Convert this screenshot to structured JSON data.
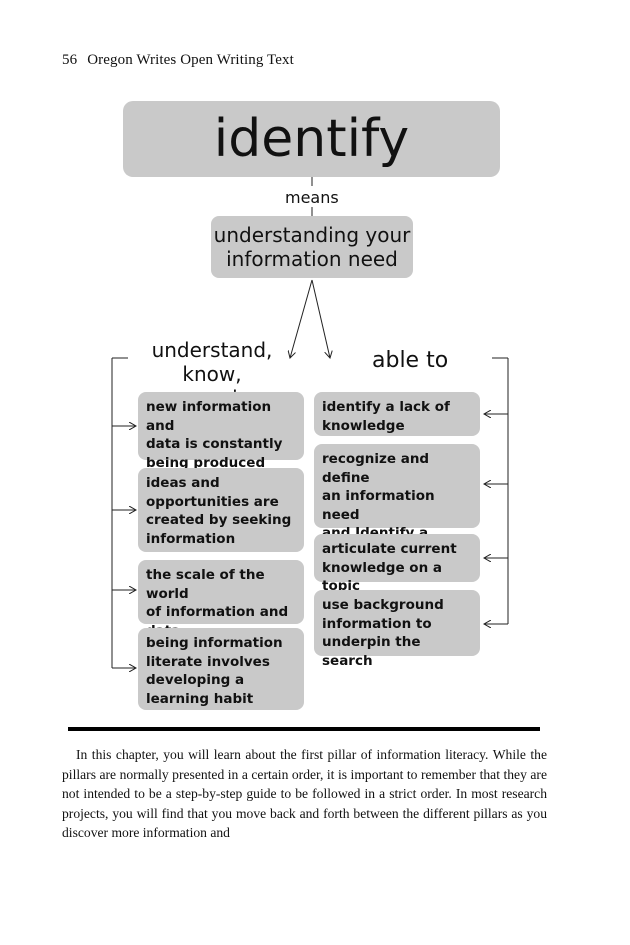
{
  "header": {
    "page_number": "56",
    "running_title": "Oregon Writes Open Writing Text"
  },
  "diagram": {
    "title": "identify",
    "connector": "means",
    "definition": "understanding your\ninformation need",
    "left_heading": "understand,\nknow, recognize",
    "right_heading": "able to",
    "left_items": [
      "new information and\ndata is constantly\nbeing produced",
      "ideas and\nopportunities are\ncreated by seeking\ninformation",
      "the scale of the world\nof  information and\ndata",
      "being information\nliterate involves\ndeveloping a\nlearning habit"
    ],
    "right_items": [
      "identify a lack of\nknowledge",
      "recognize and define\nan information need\nand Identify a search\ntopic or question",
      "articulate current\nknowledge on a topic",
      "use background\ninformation to\nunderpin the search"
    ]
  },
  "body": {
    "paragraph": "In this chapter, you will learn about the first pillar of information literacy. While the pillars are normally presented in a certain order, it is important to remember that they are not intended to be a step-by-step guide to be followed in a strict order. In most research projects, you will find that you move back and forth between the different pillars as you discover more information and"
  }
}
